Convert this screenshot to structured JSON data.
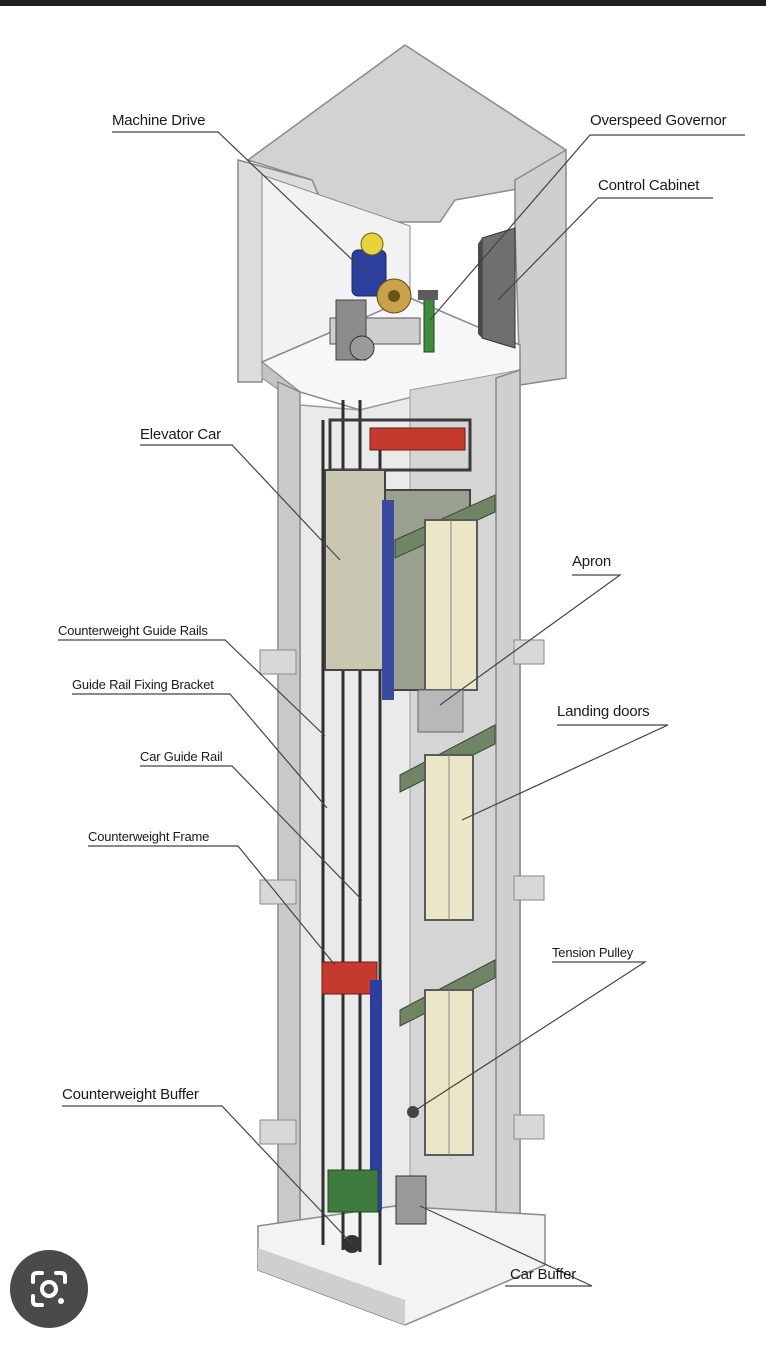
{
  "labels": {
    "machine_drive": "Machine Drive",
    "overspeed_governor": "Overspeed Governor",
    "control_cabinet": "Control Cabinet",
    "elevator_car": "Elevator Car",
    "apron": "Apron",
    "counterweight_guide_rails": "Counterweight Guide Rails",
    "guide_rail_fixing_bracket": "Guide Rail Fixing Bracket",
    "car_guide_rail": "Car Guide Rail",
    "landing_doors": "Landing doors",
    "counterweight_frame": "Counterweight Frame",
    "tension_pulley": "Tension Pulley",
    "counterweight_buffer": "Counterweight Buffer",
    "car_buffer": "Car Buffer"
  },
  "icons": {
    "lens": "lens-search-icon"
  },
  "colors": {
    "wall": "#e6e6e6",
    "wall_dark": "#b4b4b4",
    "roof": "#d2d2d2",
    "motor_blue": "#2c3f9c",
    "beam_red": "#c63a2e",
    "frame_green": "#3f7a3f",
    "door_cream": "#ece6c8",
    "door_frame": "#6f8566",
    "rail_dark": "#2f2f2f"
  }
}
